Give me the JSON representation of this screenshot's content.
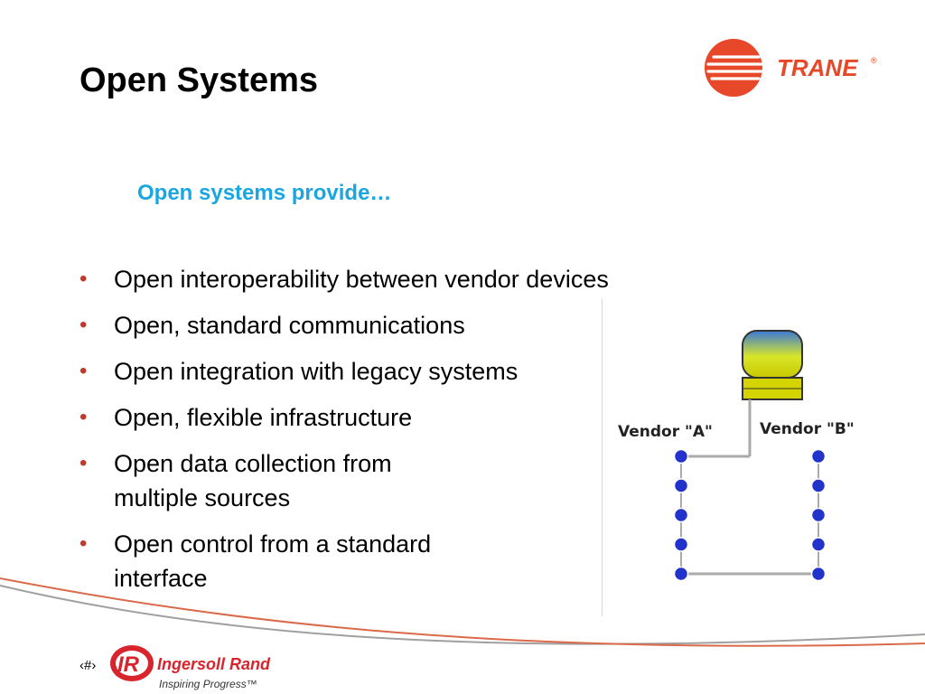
{
  "title": "Open Systems",
  "subtitle": "Open systems provide…",
  "bullets": [
    {
      "lines": [
        "Open interoperability between vendor devices"
      ]
    },
    {
      "lines": [
        "Open, standard communications"
      ]
    },
    {
      "lines": [
        "Open integration with legacy systems"
      ]
    },
    {
      "lines": [
        "Open, flexible infrastructure"
      ]
    },
    {
      "lines": [
        "Open data collection from",
        "multiple sources"
      ]
    },
    {
      "lines": [
        "Open control from a standard",
        "interface"
      ]
    }
  ],
  "bullet_symbol": "•",
  "diagram": {
    "vendor_a_label": "Vendor \"A\"",
    "vendor_b_label": "Vendor \"B\"",
    "devices_per_vendor": 5
  },
  "brand": {
    "name": "TRANE",
    "registered_mark": "®"
  },
  "footer": {
    "page_marker": "‹#›",
    "logo_mark": "IR",
    "company": "Ingersoll Rand",
    "tagline": "Inspiring Progress™"
  },
  "colors": {
    "accent_blue": "#1aa6e0",
    "brand_orange": "#e8482a",
    "bullet_red": "#c0392b",
    "ir_red": "#d8242c",
    "node_blue": "#2233cc",
    "wave_orange": "#d96a4a",
    "wave_gray": "#a0a0a0"
  }
}
